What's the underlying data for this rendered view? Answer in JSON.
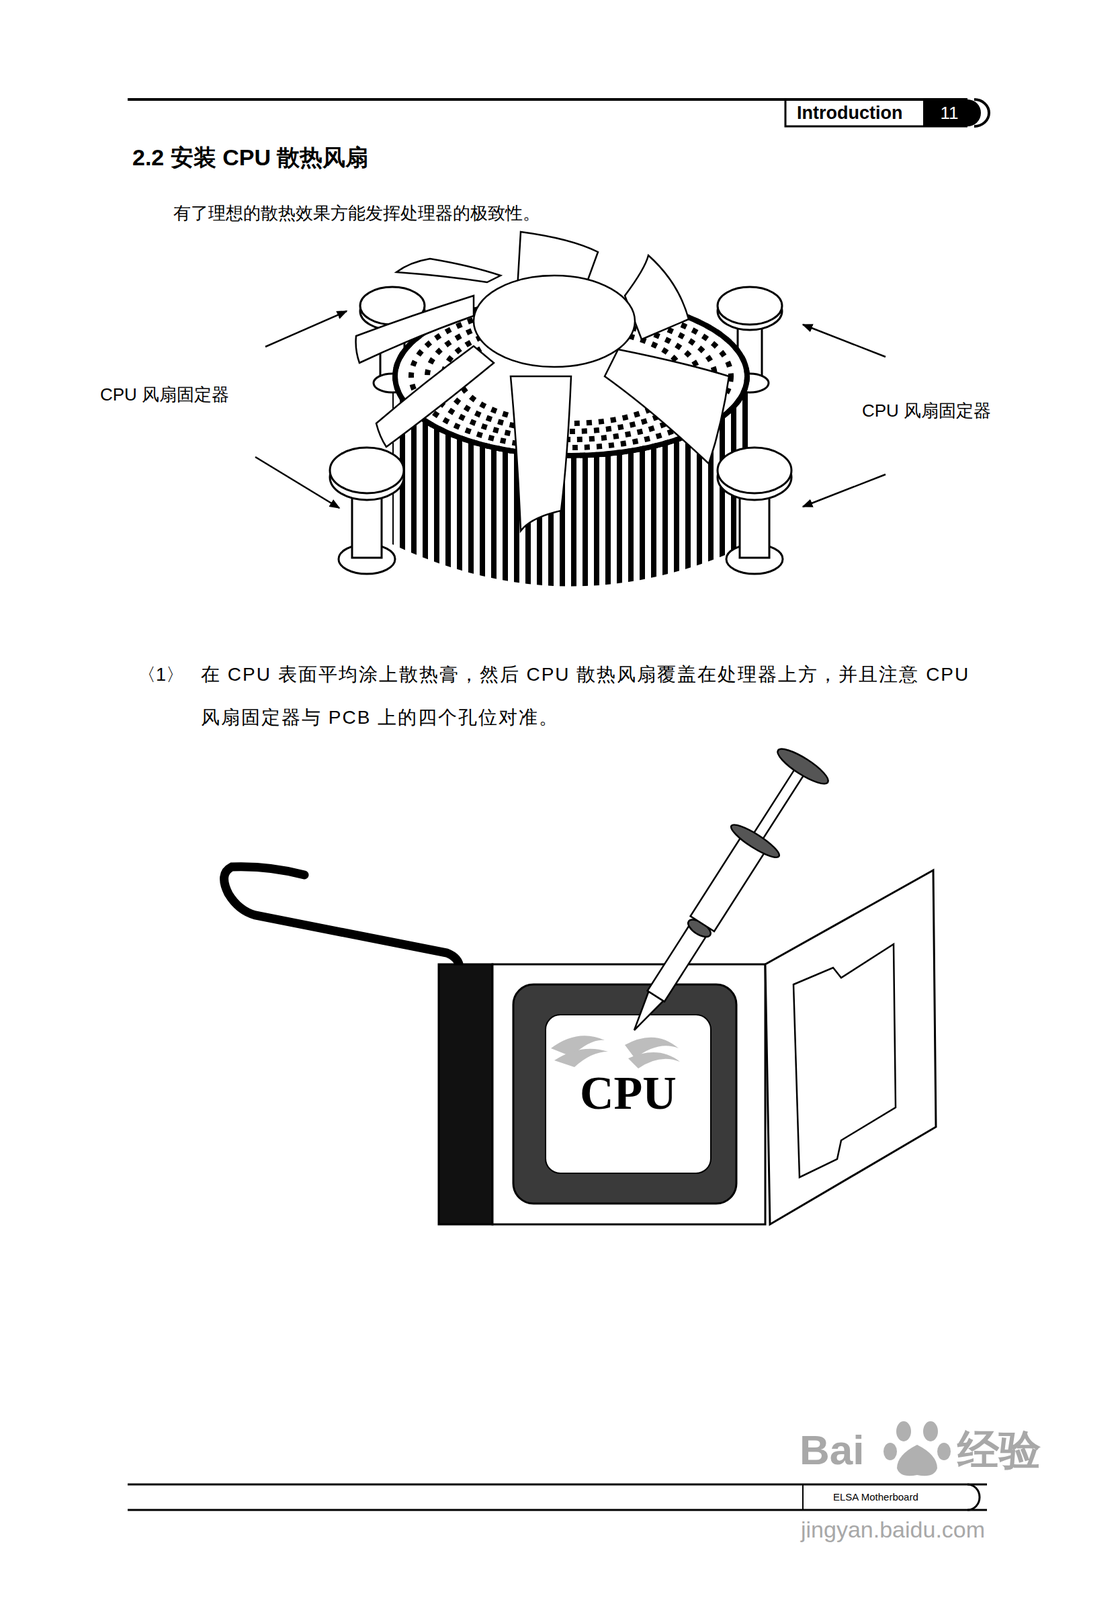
{
  "diagram": {
    "title": "2.2 安装 CPU 散热风扇",
    "labels": [
      "Introduction",
      "11",
      "有了理想的散热效果方能发挥处理器的极致性。",
      "CPU 风扇固定器",
      "CPU 风扇固定器",
      "〈1〉",
      "在 CPU 表面平均涂上散热膏，然后 CPU 散热风扇覆盖在处理器上方，并且注意 CPU 风扇固定器与 PCB 上的四个孔位对准。",
      "CPU",
      "ELSA Motherboard",
      "Bai",
      "经验",
      "jingyan.baidu.com"
    ]
  }
}
